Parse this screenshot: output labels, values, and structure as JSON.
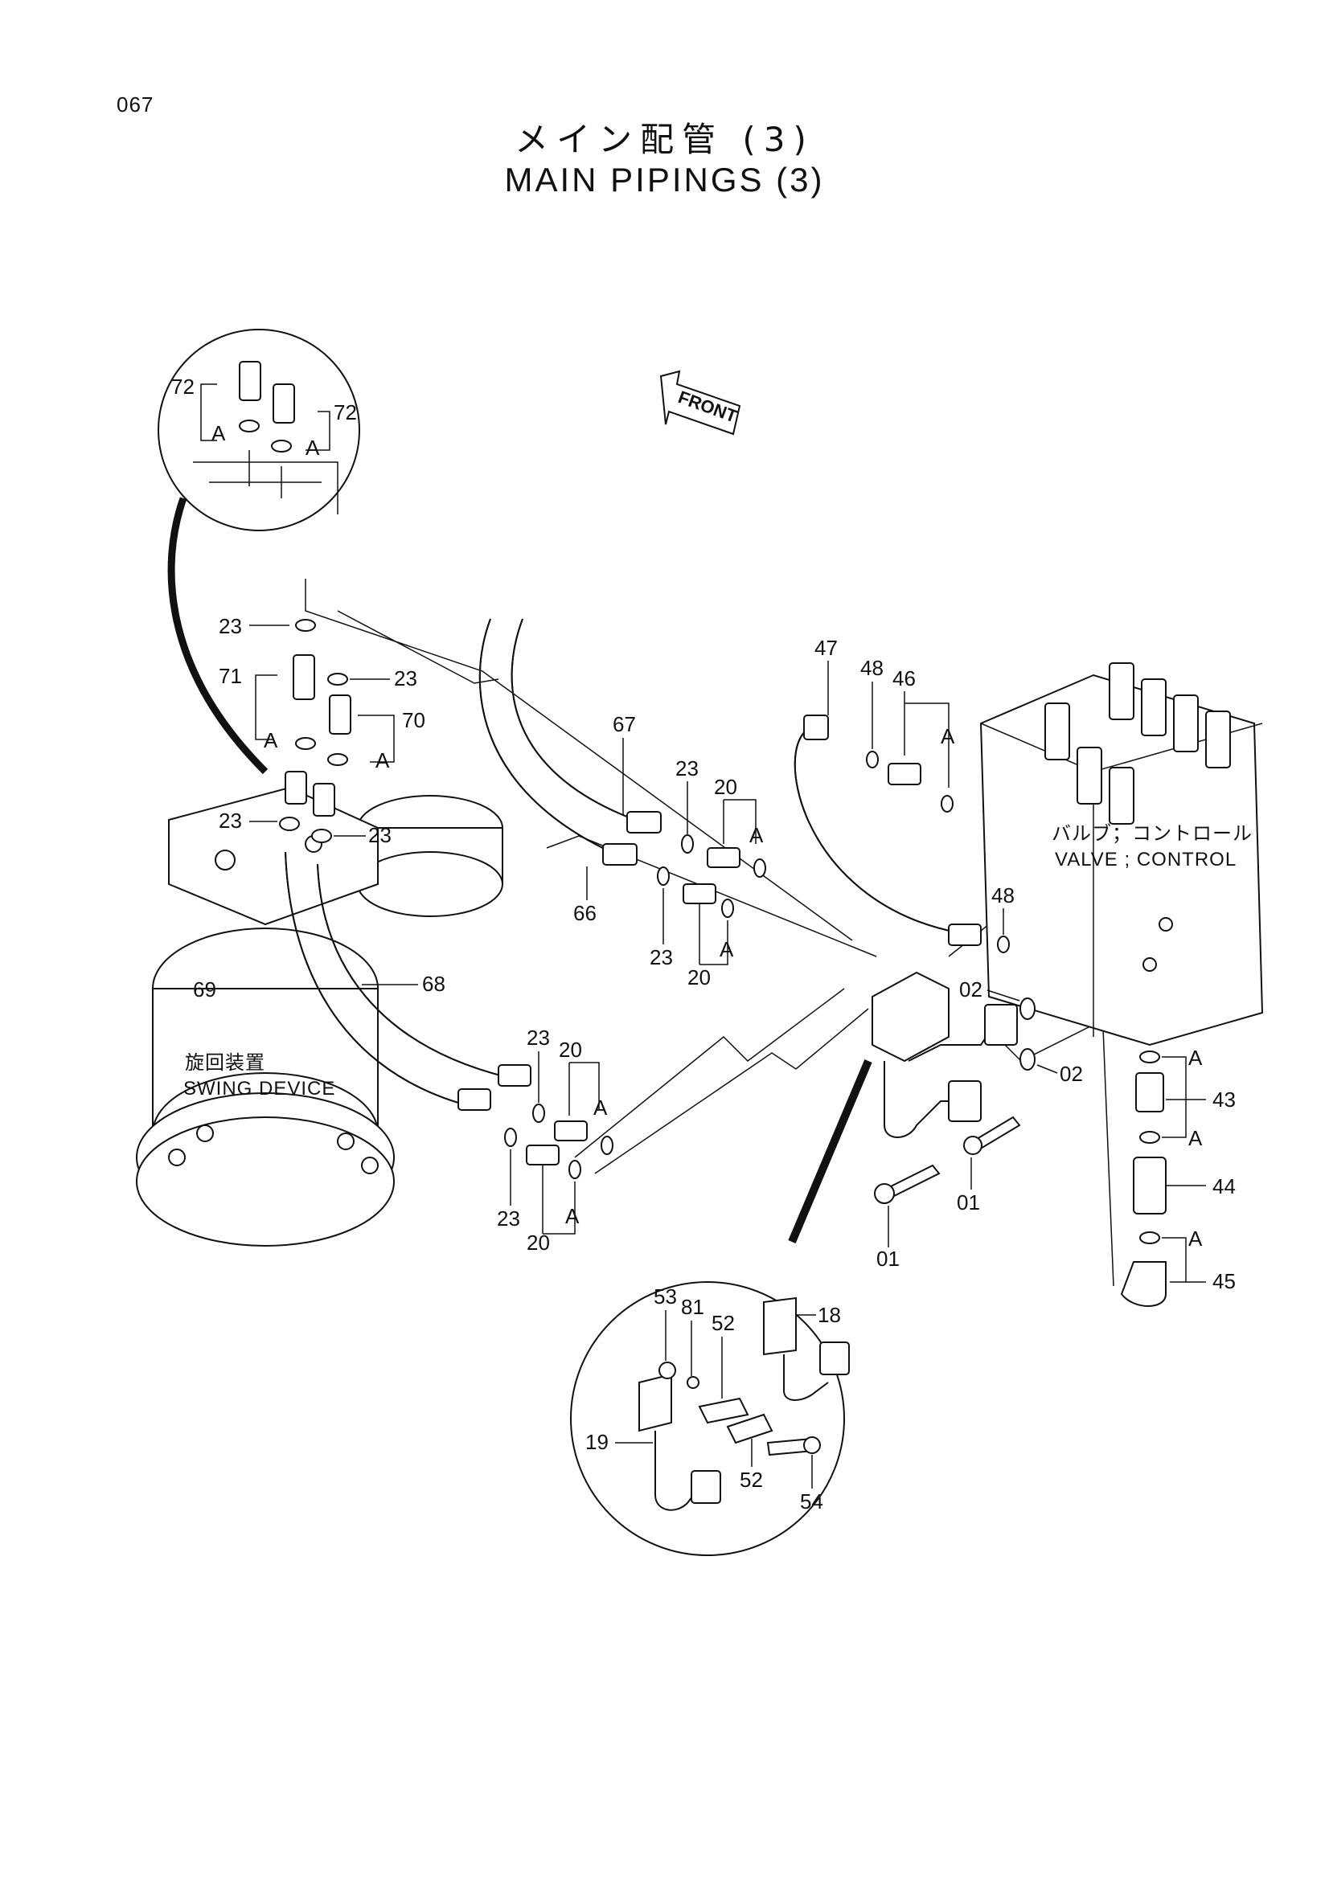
{
  "page_number": "067",
  "title_jp": "メイン配管 (3)",
  "title_en": "MAIN PIPINGS (3)",
  "front_label": "FRONT",
  "components": {
    "swing_device_jp": "旋回装置",
    "swing_device_en": "SWING DEVICE",
    "control_valve_jp": "バルブ；コントロール",
    "control_valve_en": "VALVE ; CONTROL"
  },
  "callouts": {
    "n01": "01",
    "n02": "02",
    "n18": "18",
    "n19": "19",
    "n20": "20",
    "n23": "23",
    "n43": "43",
    "n44": "44",
    "n45": "45",
    "n46": "46",
    "n47": "47",
    "n48": "48",
    "n52": "52",
    "n53": "53",
    "n54": "54",
    "n66": "66",
    "n67": "67",
    "n68": "68",
    "n69": "69",
    "n70": "70",
    "n71": "71",
    "n72": "72",
    "n81": "81",
    "a": "A"
  }
}
